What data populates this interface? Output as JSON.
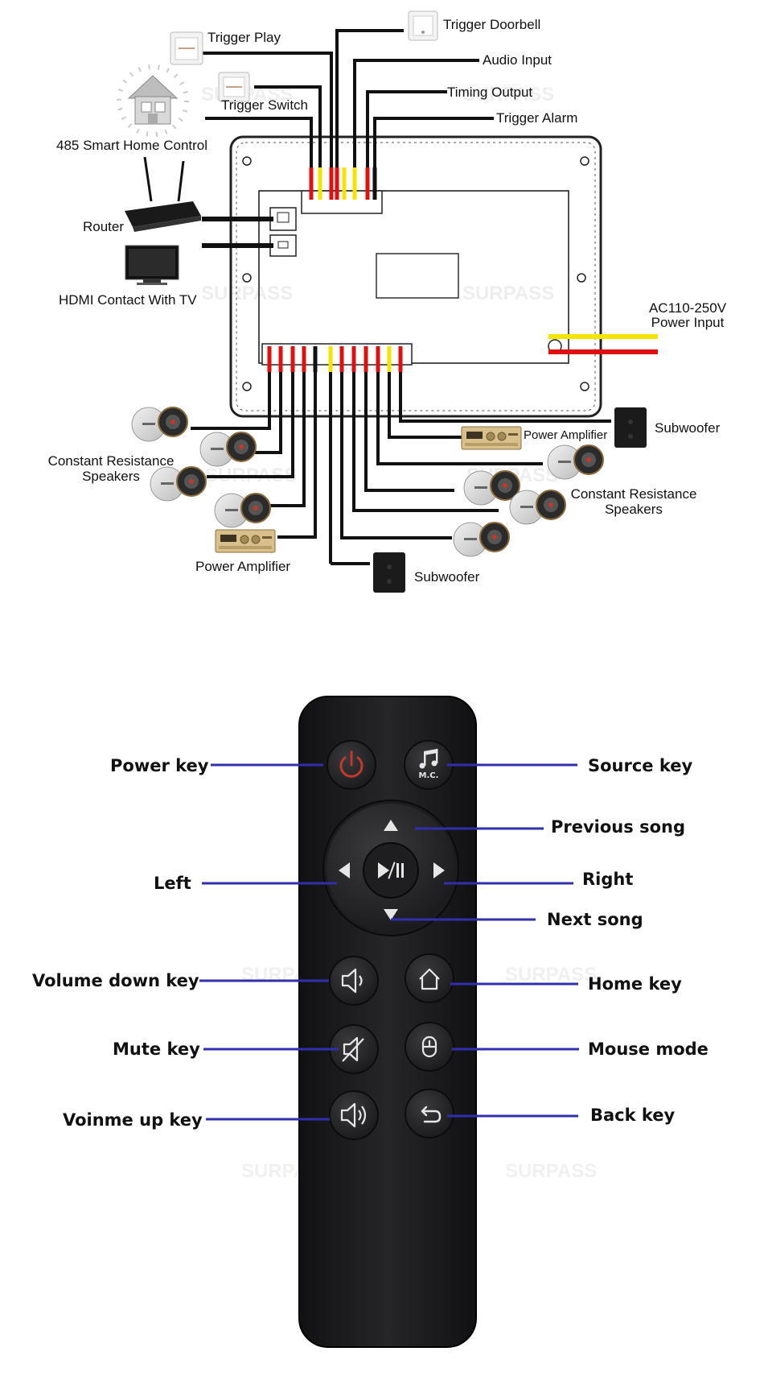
{
  "wiring": {
    "top_labels": {
      "trigger_doorbell": "Trigger Doorbell",
      "trigger_play": "Trigger Play",
      "audio_input": "Audio Input",
      "timing_output": "Timing Output",
      "trigger_switch": "Trigger Switch",
      "trigger_alarm": "Trigger Alarm",
      "smart_home": "485 Smart Home Control"
    },
    "left_labels": {
      "router": "Router",
      "hdmi": "HDMI Contact With TV"
    },
    "power": {
      "line1": "AC110-250V",
      "line2": "Power Input"
    },
    "outputs": {
      "subwoofer_right": "Subwoofer",
      "power_amp_right": "Power Amplifier",
      "speakers_left_1": "Constant Resistance",
      "speakers_left_2": "Speakers",
      "speakers_right_1": "Constant Resistance",
      "speakers_right_2": "Speakers",
      "power_amp_left": "Power Amplifier",
      "subwoofer_bottom": "Subwoofer"
    },
    "watermark": "SURPASS"
  },
  "remote": {
    "labels": {
      "power": "Power key",
      "source": "Source key",
      "previous": "Previous song",
      "left": "Left",
      "right": "Right",
      "next": "Next song",
      "volume_down": "Volume down key",
      "home": "Home key",
      "mute": "Mute key",
      "mouse": "Mouse mode",
      "volume_up": "Voinme up key",
      "back": "Back key"
    },
    "source_glyph_text": "M.C.",
    "colors": {
      "body": "#1c1c1e",
      "button": "#2a2a2c",
      "callout": "#2f2fb0",
      "power_icon": "#c0392b",
      "wire_red": "#e01010",
      "wire_yellow": "#f2e500"
    }
  }
}
